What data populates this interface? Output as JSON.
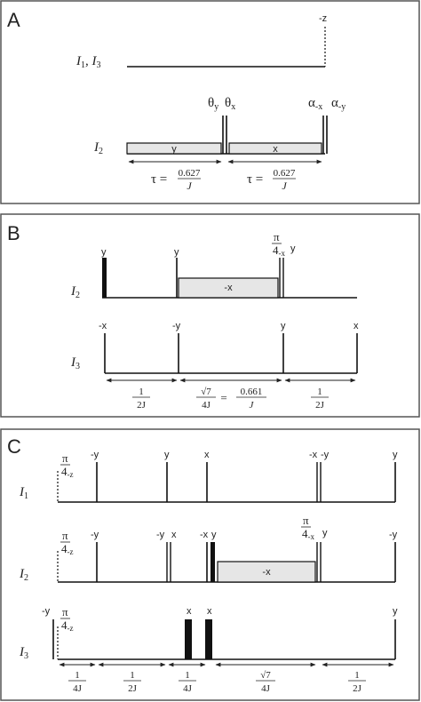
{
  "panels": {
    "a": {
      "label": "A",
      "row1_label_a": "I",
      "row1_sub_a": "1",
      "row1_sep": ", ",
      "row1_label_b": "I",
      "row1_sub_b": "3",
      "row1_end": "-z",
      "row2_label": "I",
      "row2_sub": "2",
      "pulse_theta_y": "θ",
      "pulse_theta_y_sub": "y",
      "pulse_theta_x": "θ",
      "pulse_theta_x_sub": "x",
      "pulse_alpha_mx": "α",
      "pulse_alpha_mx_sub": "-x",
      "pulse_alpha_my": "α",
      "pulse_alpha_my_sub": "-y",
      "block_y": "y",
      "block_x": "x",
      "tau_left": {
        "tau": "τ =",
        "num": "0.627",
        "den": "J"
      },
      "tau_right": {
        "tau": "τ =",
        "num": "0.627",
        "den": "J"
      }
    },
    "b": {
      "label": "B",
      "i2_label": "I",
      "i2_sub": "2",
      "i3_label": "I",
      "i3_sub": "3",
      "i2_pulse1": "y",
      "i2_pulse2": "y",
      "i2_pi": "π",
      "i2_four": "4",
      "i2_four_sub": "-x",
      "i2_pulse3": "y",
      "i2_block": "-x",
      "i3_p1": "-x",
      "i3_p2": "-y",
      "i3_p3": "y",
      "i3_p4": "x",
      "delay1": {
        "num": "1",
        "den": "2J"
      },
      "delay2": {
        "num": "√7",
        "den": "4J",
        "eq": "=",
        "num2": "0.661",
        "den2": "J"
      },
      "delay3": {
        "num": "1",
        "den": "2J"
      }
    },
    "c": {
      "label": "C",
      "i1_label": "I",
      "i1_sub": "1",
      "i2_label": "I",
      "i2_sub": "2",
      "i3_label": "I",
      "i3_sub": "3",
      "pi": "π",
      "four": "4",
      "four_sub_z": "-z",
      "four_sub_x": "-x",
      "i1_p1": "-y",
      "i1_p2": "y",
      "i1_p3": "x",
      "i1_p4": "-x",
      "i1_p5": "-y",
      "i1_p6": "y",
      "i2_p1": "-y",
      "i2_p2": "-y",
      "i2_p3": "x",
      "i2_p4": "-x",
      "i2_p5": "y",
      "i2_p6": "y",
      "i2_p7": "-y",
      "i2_block": "-x",
      "i3_p0": "-y",
      "i3_p1": "x",
      "i3_p2": "x",
      "i3_p3": "y",
      "delay1": {
        "num": "1",
        "den": "4J"
      },
      "delay2": {
        "num": "1",
        "den": "2J"
      },
      "delay3": {
        "num": "1",
        "den": "4J"
      },
      "delay4": {
        "num": "√7",
        "den": "4J"
      },
      "delay5": {
        "num": "1",
        "den": "2J"
      }
    }
  },
  "colors": {
    "frame": "#555555",
    "line": "#111111",
    "block_fill": "#e6e6e6",
    "text": "#222222"
  }
}
